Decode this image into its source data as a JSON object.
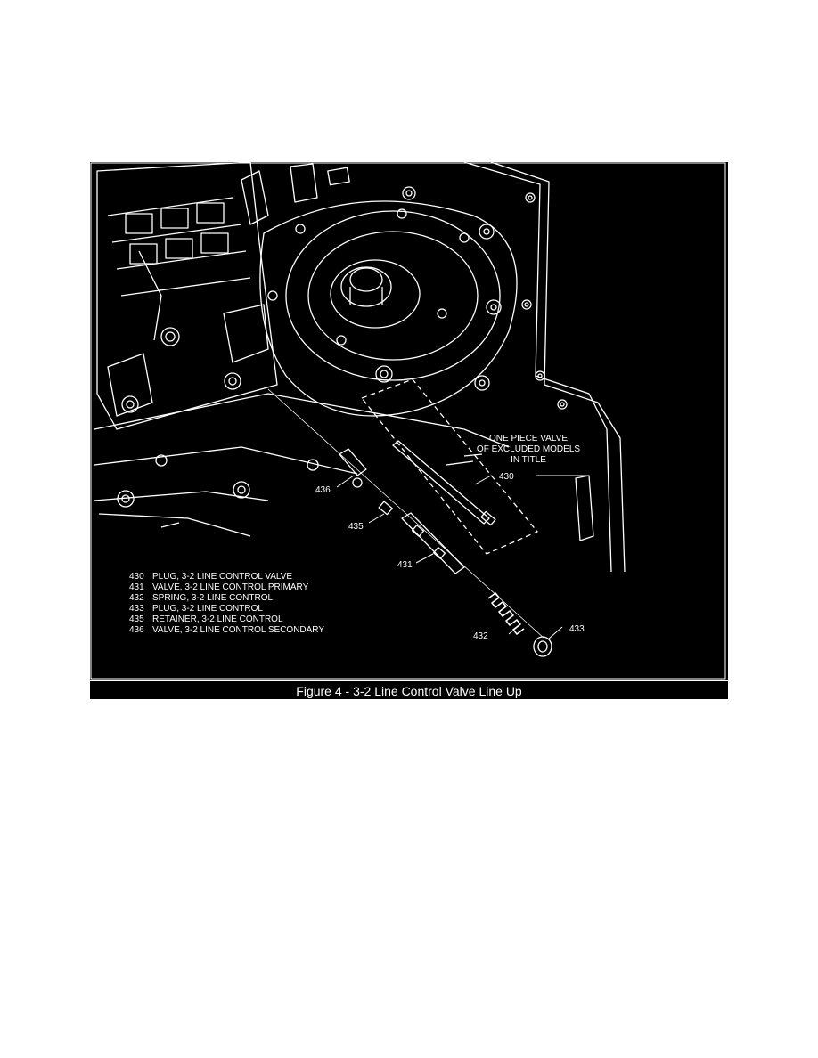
{
  "figure": {
    "caption": "Figure 4 - 3-2 Line Control Valve Line Up",
    "note": [
      "ONE PIECE VALVE",
      "OF EXCLUDED MODELS",
      "IN TITLE"
    ],
    "callouts": [
      "430",
      "431",
      "432",
      "433",
      "435",
      "436"
    ],
    "legend": [
      {
        "num": "430",
        "text": "PLUG, 3-2 LINE CONTROL VALVE"
      },
      {
        "num": "431",
        "text": "VALVE, 3-2 LINE CONTROL PRIMARY"
      },
      {
        "num": "432",
        "text": "SPRING, 3-2 LINE CONTROL"
      },
      {
        "num": "433",
        "text": "PLUG, 3-2 LINE CONTROL"
      },
      {
        "num": "435",
        "text": "RETAINER, 3-2 LINE CONTROL"
      },
      {
        "num": "436",
        "text": "VALVE, 3-2 LINE CONTROL SECONDARY"
      }
    ]
  }
}
